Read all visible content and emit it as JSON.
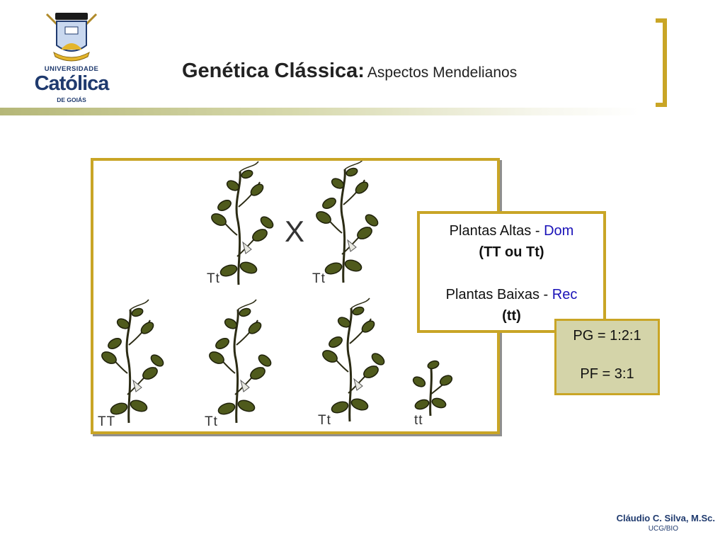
{
  "logo": {
    "line1": "UNIVERSIDADE",
    "line2": "Católica",
    "line3": "DE GOIÁS"
  },
  "title": {
    "main": "Genética Clássica:",
    "sub": "Aspectos Mendelianos"
  },
  "illustration": {
    "cross_symbol": "X",
    "parents": [
      "Tt",
      "Tt"
    ],
    "offspring": [
      "TT",
      "Tt",
      "Tt",
      "tt"
    ]
  },
  "info_box": {
    "line1_prefix": "Plantas Altas - ",
    "line1_highlight": "Dom",
    "line2": "(TT ou Tt)",
    "line3_prefix": "Plantas Baixas - ",
    "line3_highlight": "Rec",
    "line4": "(tt)"
  },
  "ratio_box": {
    "pg": "PG = 1:2:1",
    "pf": "PF = 3:1"
  },
  "footer": {
    "author": "Cláudio C. Silva, M.Sc.",
    "institution": "UCG/BIO"
  },
  "colors": {
    "accent_gold": "#c9a526",
    "highlight_blue": "#1a12b8",
    "logo_navy": "#1f3a6e",
    "ratio_fill": "#d4d4a9",
    "leaf_olive": "#4f5a1c"
  }
}
